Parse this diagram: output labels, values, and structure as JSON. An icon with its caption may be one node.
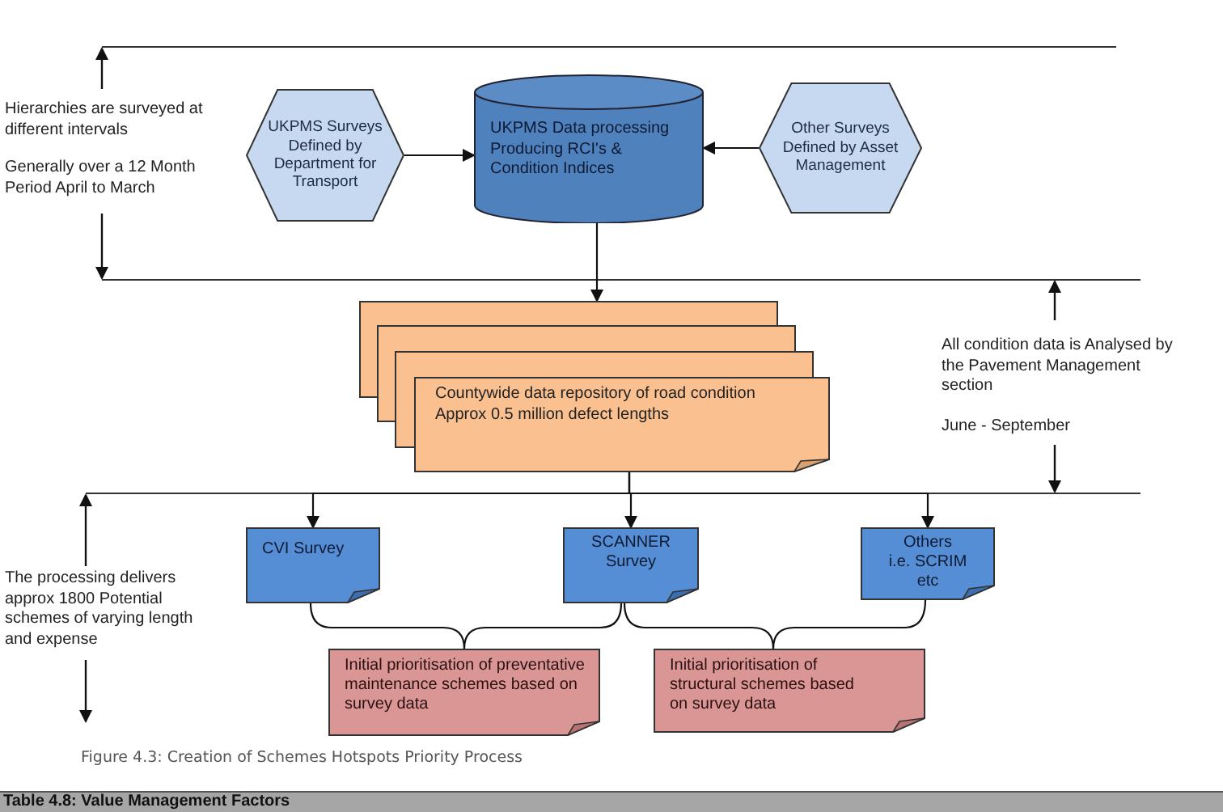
{
  "diagram": {
    "caption": "Figure 4.3: Creation of Schemes Hotspots Priority Process",
    "nodes": [
      {
        "text": [
          "UKPMS Surveys Defined by Department for Transport"
        ]
      },
      {
        "text": [
          "UKPMS Data processing Producing RCI's & Condition Indices"
        ]
      },
      {
        "text": [
          "Other Surveys Defined by Asset Management"
        ]
      },
      {
        "text": [
          "Countywide data repository of road condition",
          "Approx 0.5 million defect lengths"
        ]
      },
      {
        "text": [
          "CVI Survey"
        ]
      },
      {
        "text": [
          "SCANNER Survey"
        ]
      },
      {
        "text": [
          "Others",
          "i.e. SCRIM etc"
        ]
      },
      {
        "text": [
          "Initial prioritisation of preventative maintenance schemes based on survey data"
        ]
      },
      {
        "text": [
          "Initial prioritisation of structural schemes based on survey data"
        ]
      }
    ],
    "edges": [
      {
        "from": 0,
        "to": 1,
        "arrow": "to"
      },
      {
        "from": 2,
        "to": 1,
        "arrow": "to"
      },
      {
        "from": 1,
        "to": 3,
        "arrow": "to"
      },
      {
        "from": 3,
        "to": 4,
        "arrow": "to"
      },
      {
        "from": 3,
        "to": 5,
        "arrow": "to"
      },
      {
        "from": 3,
        "to": 6,
        "arrow": "to"
      },
      {
        "from": 4,
        "to": 7,
        "arrow": "none"
      },
      {
        "from": 5,
        "to": 7,
        "arrow": "none"
      },
      {
        "from": 5,
        "to": 8,
        "arrow": "none"
      },
      {
        "from": 6,
        "to": 8,
        "arrow": "none"
      }
    ],
    "labels": [
      "Hierarchies are surveyed at different intervals",
      "Generally over a 12 Month Period April to March",
      "All condition data is Analysed by the Pavement Management section",
      "June - September",
      "The processing delivers approx 1800 Potential schemes of varying length and expense",
      "Table 4.8: Value Management Factors"
    ]
  }
}
